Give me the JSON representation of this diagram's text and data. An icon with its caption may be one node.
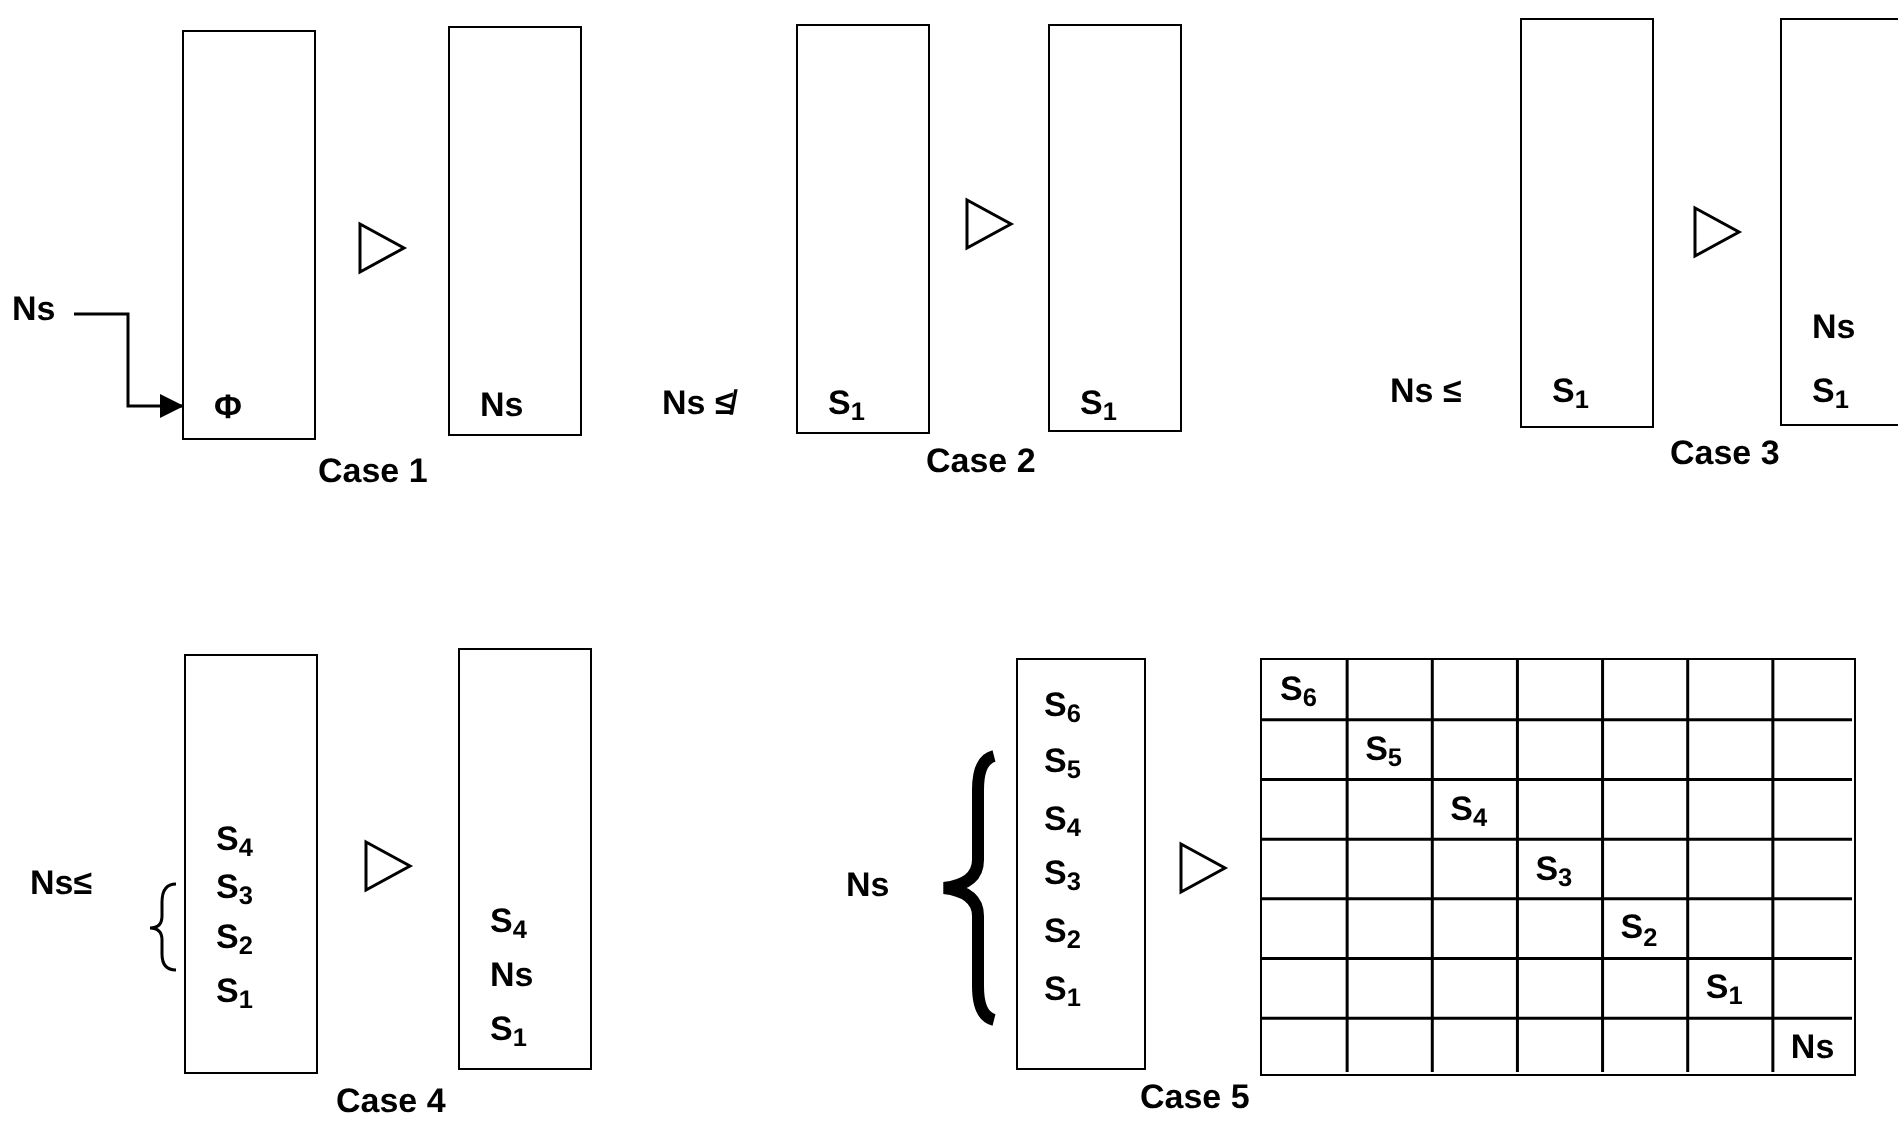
{
  "diagram": {
    "nodes": [
      {
        "text": [
          "Ns"
        ]
      },
      {
        "text": [
          "Φ"
        ]
      },
      {
        "text": [
          "Ns"
        ]
      },
      {
        "text": [
          "S$_{1}$"
        ]
      },
      {
        "text": [
          "S$_{1}$"
        ]
      },
      {
        "text": [
          "S$_{1}$"
        ]
      },
      {
        "text": [
          "Ns",
          "S$_{1}$"
        ]
      },
      {
        "text": [
          "S$_{4}$",
          "S$_{3}$",
          "S$_{2}$",
          "S$_{1}$"
        ]
      },
      {
        "text": [
          "S$_{4}$",
          "Ns",
          "S$_{1}$"
        ]
      },
      {
        "text": [
          "S$_{6}$",
          "S$_{5}$",
          "S$_{4}$",
          "S$_{3}$",
          "S$_{2}$",
          "S$_{1}$"
        ]
      },
      {
        "text": [
          "S$_{6}$",
          "S$_{5}$",
          "S$_{4}$",
          "S$_{3}$",
          "S$_{2}$",
          "S$_{1}$",
          "Ns"
        ]
      }
    ],
    "edges": [
      {
        "from": 0,
        "to": 1,
        "arrow": "to"
      },
      {
        "from": 1,
        "to": 2,
        "arrow": "to"
      },
      {
        "from": 3,
        "to": 4,
        "arrow": "to"
      },
      {
        "from": 5,
        "to": 6,
        "arrow": "to"
      },
      {
        "from": 7,
        "to": 8,
        "arrow": "to"
      },
      {
        "from": 9,
        "to": 10,
        "arrow": "to"
      }
    ],
    "labels": [
      "Case 1",
      "Ns ≰",
      "Case 2",
      "Ns ≤",
      "Case 3",
      "Ns≤",
      "Case 4",
      "Ns",
      "Case 5"
    ]
  }
}
